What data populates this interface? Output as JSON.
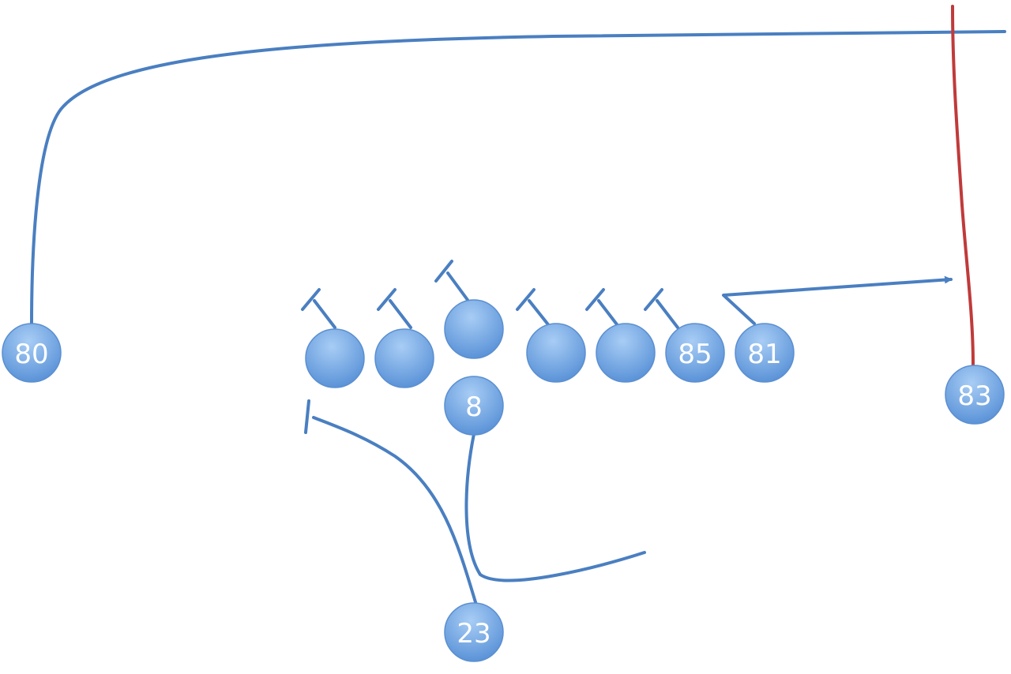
{
  "colors": {
    "route": "#4a7fc1",
    "motion_route": "#c03a3a",
    "player_fill_light": "#a8cdf5",
    "player_fill_dark": "#5b93d8",
    "player_text": "#ffffff",
    "background": "#ffffff"
  },
  "players": [
    {
      "id": "wr-left",
      "number": "80"
    },
    {
      "id": "lineman-1",
      "number": ""
    },
    {
      "id": "lineman-2",
      "number": ""
    },
    {
      "id": "center",
      "number": ""
    },
    {
      "id": "lineman-4",
      "number": ""
    },
    {
      "id": "lineman-5",
      "number": ""
    },
    {
      "id": "tight-end",
      "number": "85"
    },
    {
      "id": "wing",
      "number": "81"
    },
    {
      "id": "wr-right",
      "number": "83"
    },
    {
      "id": "quarterback",
      "number": "8"
    },
    {
      "id": "running-back",
      "number": "23"
    }
  ]
}
